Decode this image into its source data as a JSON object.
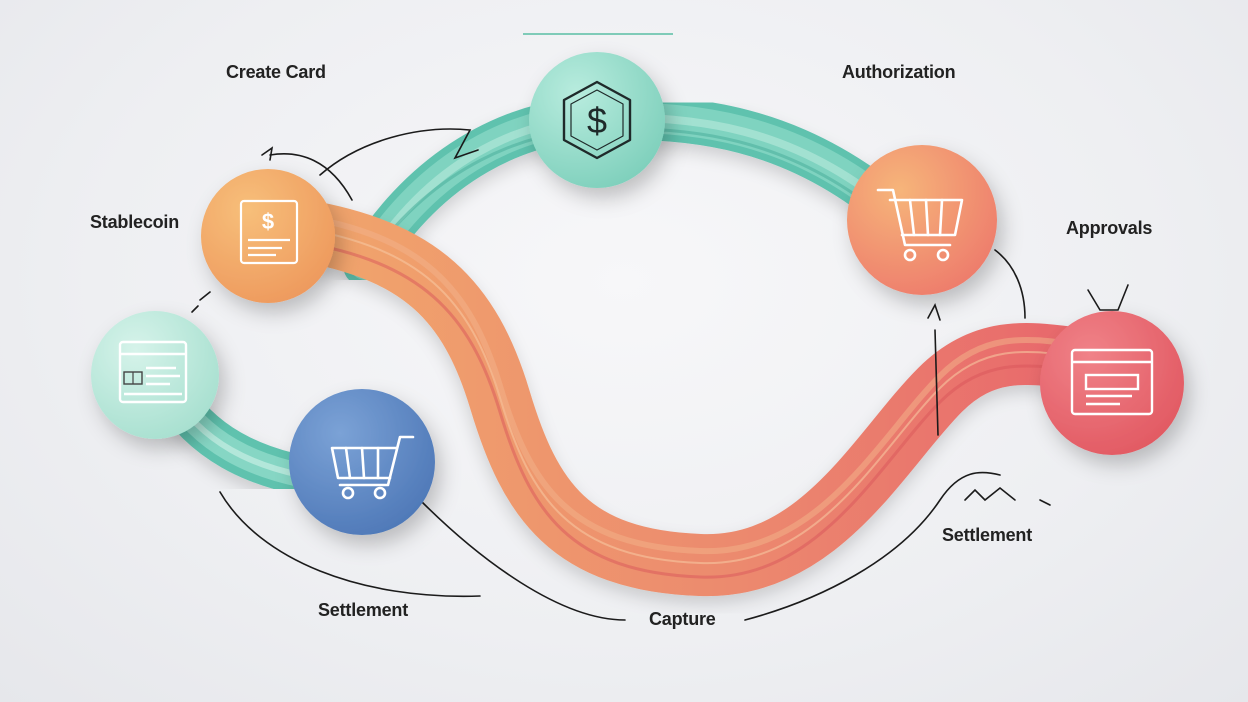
{
  "labels": {
    "create_card": "Create Card",
    "authorization": "Authorization",
    "stablecoin": "Stablecoin",
    "approvals": "Approvals",
    "settlement_left": "Settlement",
    "settlement_right": "Settlement",
    "capture": "Capture"
  },
  "icons": {
    "top": "dollar-hexagon-icon",
    "create": "dollar-card-icon",
    "authorization": "shopping-cart-icon",
    "approvals": "browser-window-icon",
    "stablecoin": "payment-terminal-icon",
    "settlement": "shopping-basket-icon"
  },
  "colors": {
    "teal": "#5fc2ae",
    "orange": "#f0a46a",
    "coral": "#e96a6c",
    "blue": "#5b86c3",
    "mint_node": "#9ddccb",
    "mint_small": "#bfe8dc"
  }
}
